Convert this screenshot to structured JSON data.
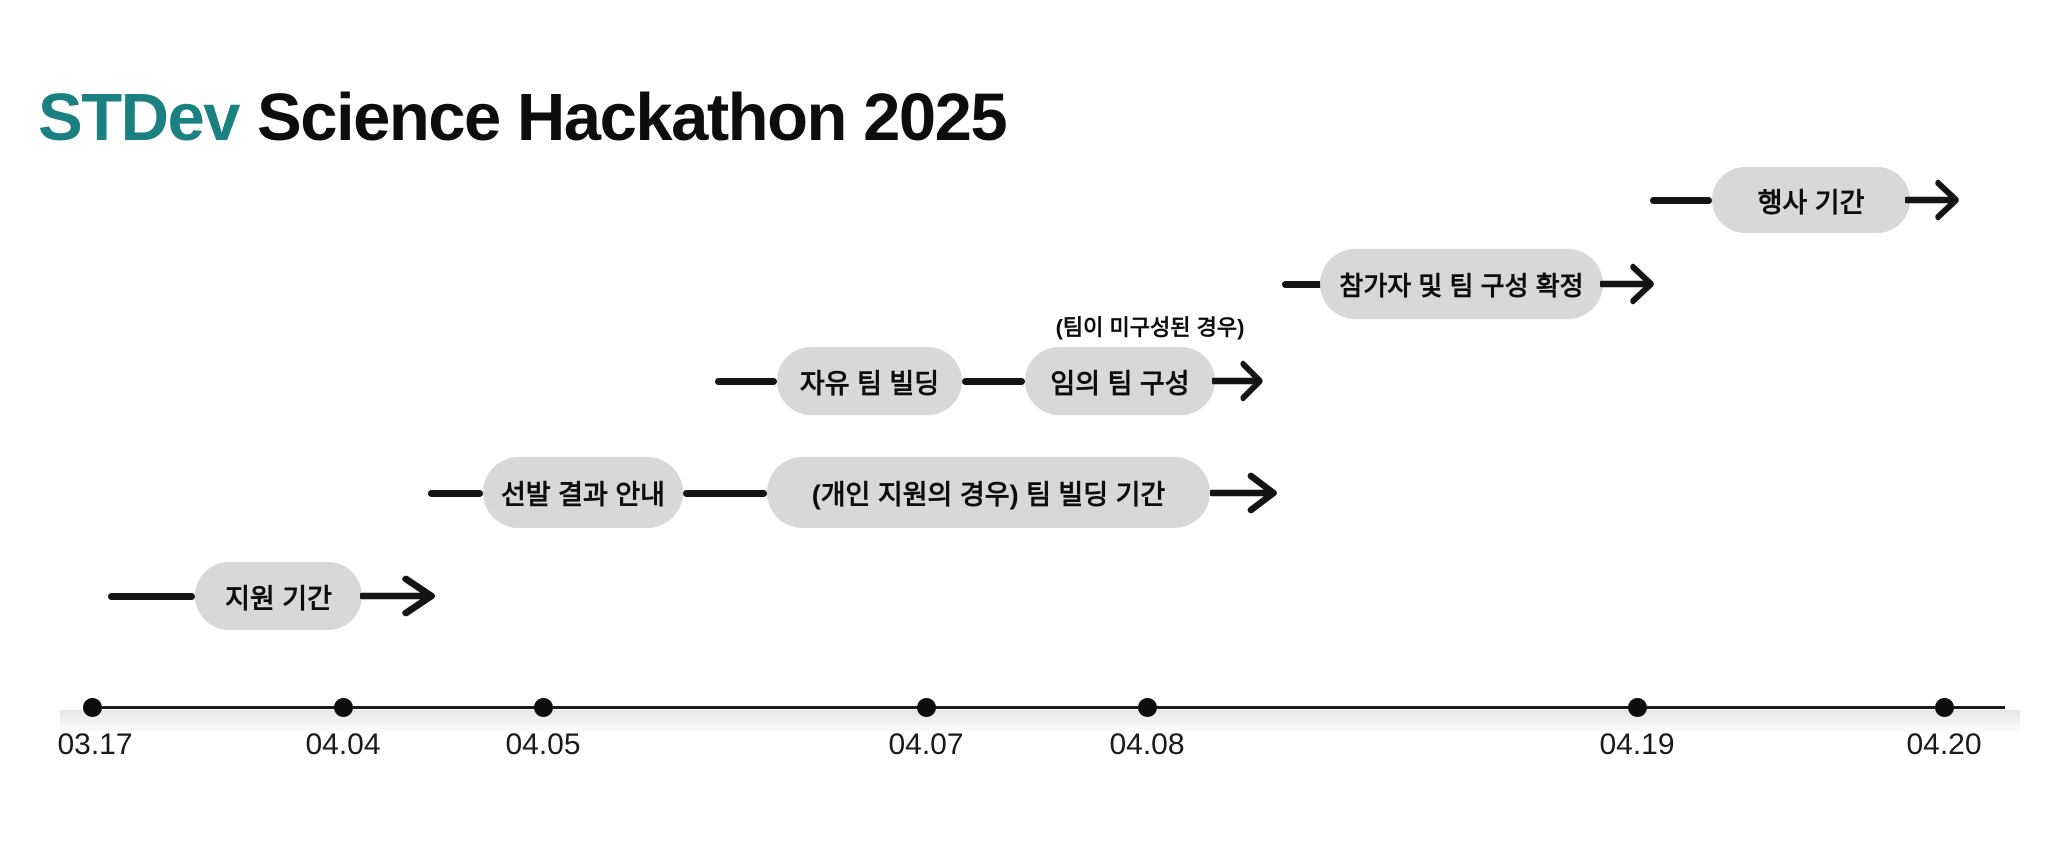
{
  "title": {
    "brand": "STDev",
    "rest": "Science Hackathon 2025"
  },
  "colors": {
    "brand_teal": "#1a8080",
    "text_black": "#0d0d0d",
    "pill_gray": "#d8d8d8",
    "line_black": "#141414"
  },
  "timeline": {
    "phases": [
      {
        "id": "application-period",
        "pills": [
          "지원 기간"
        ],
        "start_date": "03.17",
        "end_date": "04.04"
      },
      {
        "id": "selection-and-team-building",
        "pills": [
          "선발 결과 안내",
          "(개인 지원의 경우) 팀 빌딩 기간"
        ],
        "start_date": "04.04",
        "end_date": "04.08"
      },
      {
        "id": "free-team-building",
        "pills": [
          "자유 팀 빌딩",
          "임의 팀 구성"
        ],
        "note": "(팀이 미구성된 경우)",
        "start_date": "04.05",
        "end_date": "04.08"
      },
      {
        "id": "confirmation",
        "pills": [
          "참가자 및 팀 구성 확정"
        ],
        "start_date": "04.08",
        "end_date": "04.19"
      },
      {
        "id": "event-period",
        "pills": [
          "행사 기간"
        ],
        "start_date": "04.19",
        "end_date": "04.20"
      }
    ],
    "axis_dates": [
      "03.17",
      "04.04",
      "04.05",
      "04.07",
      "04.08",
      "04.19",
      "04.20"
    ]
  }
}
